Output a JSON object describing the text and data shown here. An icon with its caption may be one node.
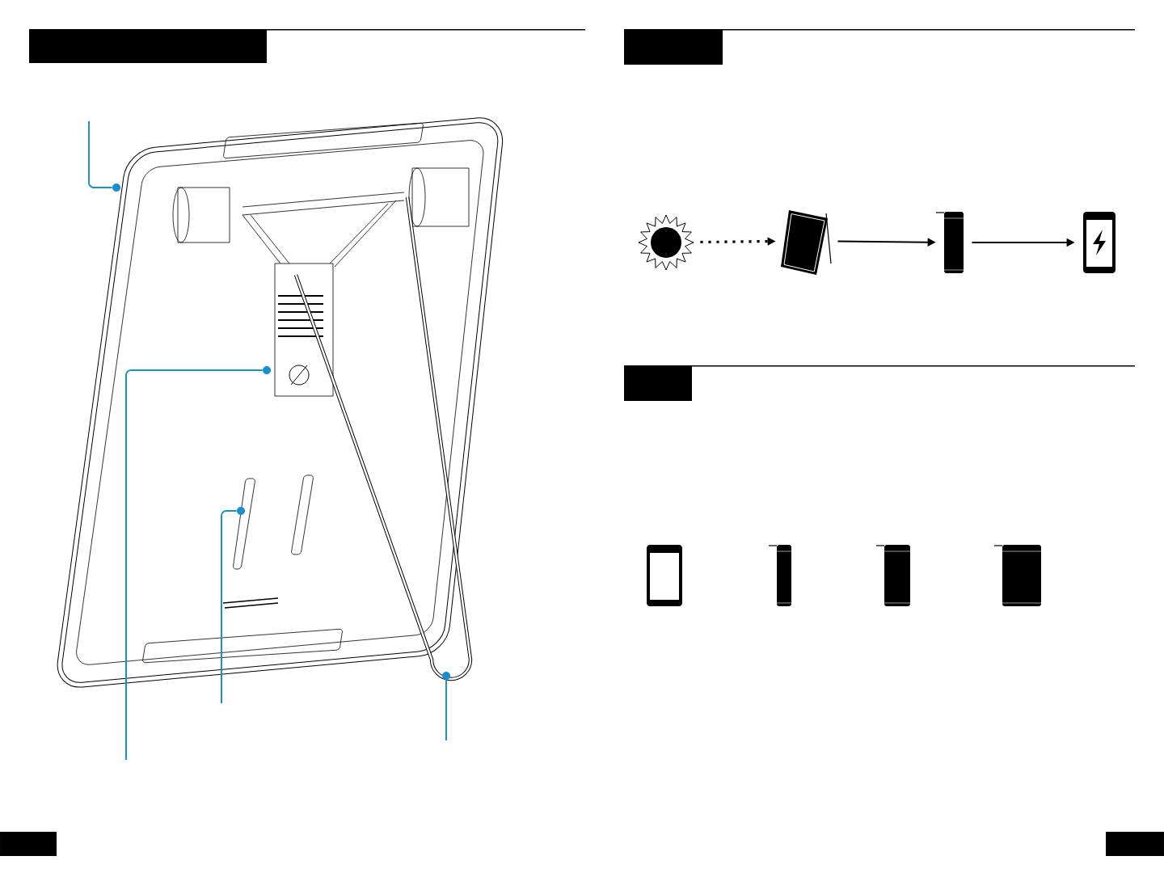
{
  "diagram": {
    "nodes": [
      {
        "text": [],
        "shape": "bar"
      },
      {
        "text": [],
        "shape": "picture"
      },
      {
        "text": [],
        "shape": "circle",
        "in": 1
      },
      {
        "text": [],
        "shape": "circle",
        "in": 1
      },
      {
        "text": [],
        "shape": "circle",
        "in": 1
      },
      {
        "text": [],
        "shape": "circle",
        "in": 1
      },
      {
        "text": [],
        "shape": "bar"
      },
      {
        "text": [],
        "shape": "picture"
      },
      {
        "text": [],
        "shape": "picture"
      },
      {
        "text": [],
        "shape": "picture"
      },
      {
        "text": [],
        "shape": "picture"
      },
      {
        "text": [],
        "shape": "bar"
      },
      {
        "text": [],
        "shape": "picture"
      },
      {
        "text": [],
        "shape": "picture"
      },
      {
        "text": [],
        "shape": "picture"
      },
      {
        "text": [],
        "shape": "picture"
      },
      {
        "text": [],
        "shape": "bar"
      },
      {
        "text": [],
        "shape": "bar"
      }
    ],
    "edges": [
      {
        "from": null,
        "to": 2,
        "arrow": "none"
      },
      {
        "from": null,
        "to": 3,
        "arrow": "none"
      },
      {
        "from": null,
        "to": 4,
        "arrow": "none"
      },
      {
        "from": null,
        "to": 5,
        "arrow": "none"
      },
      {
        "from": 7,
        "to": 8,
        "arrow": "to",
        "style": "dashed",
        "color": "#000000"
      },
      {
        "from": 8,
        "to": 9,
        "arrow": "to",
        "color": "#000000"
      },
      {
        "from": 9,
        "to": 10,
        "arrow": "to",
        "color": "#000000"
      }
    ]
  }
}
